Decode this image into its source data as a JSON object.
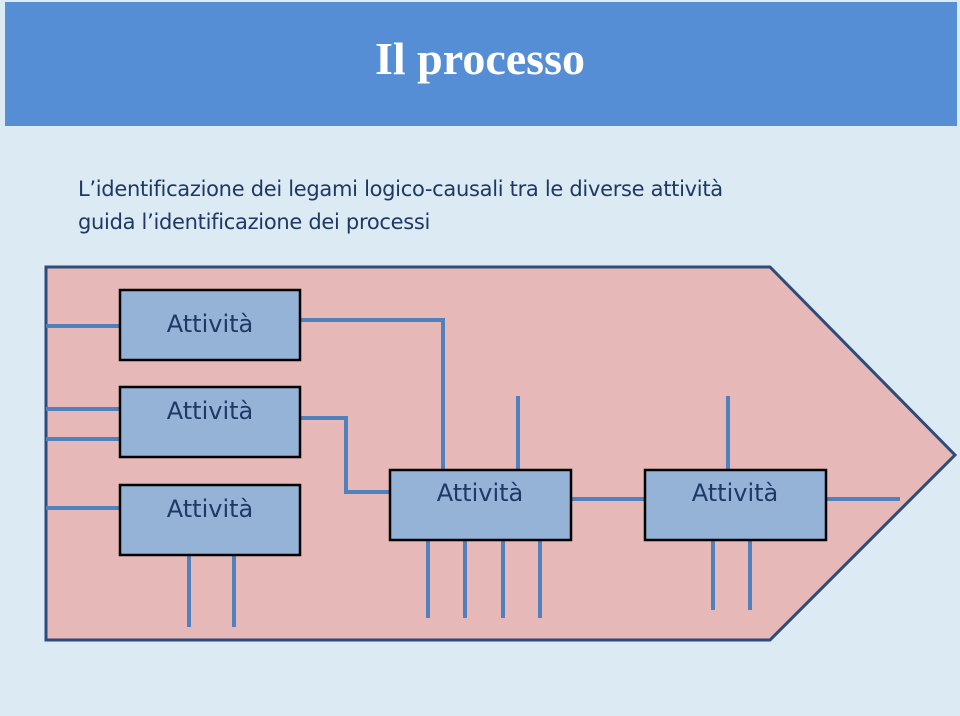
{
  "slide": {
    "title": "Il processo",
    "subtitle_line1": "L’identificazione dei legami logico-causali tra le diverse attività",
    "subtitle_line2": "guida l’identificazione dei processi"
  },
  "diagram": {
    "boxes": [
      {
        "label": "Attività"
      },
      {
        "label": "Attività"
      },
      {
        "label": "Attività"
      },
      {
        "label": "Attività"
      },
      {
        "label": "Attività"
      }
    ],
    "colors": {
      "arrow_fill": "#e6b9b8",
      "arrow_stroke": "#2f4b7c",
      "box_fill": "#95b3d7",
      "box_stroke": "#000000",
      "connector": "#4f81bd"
    }
  }
}
